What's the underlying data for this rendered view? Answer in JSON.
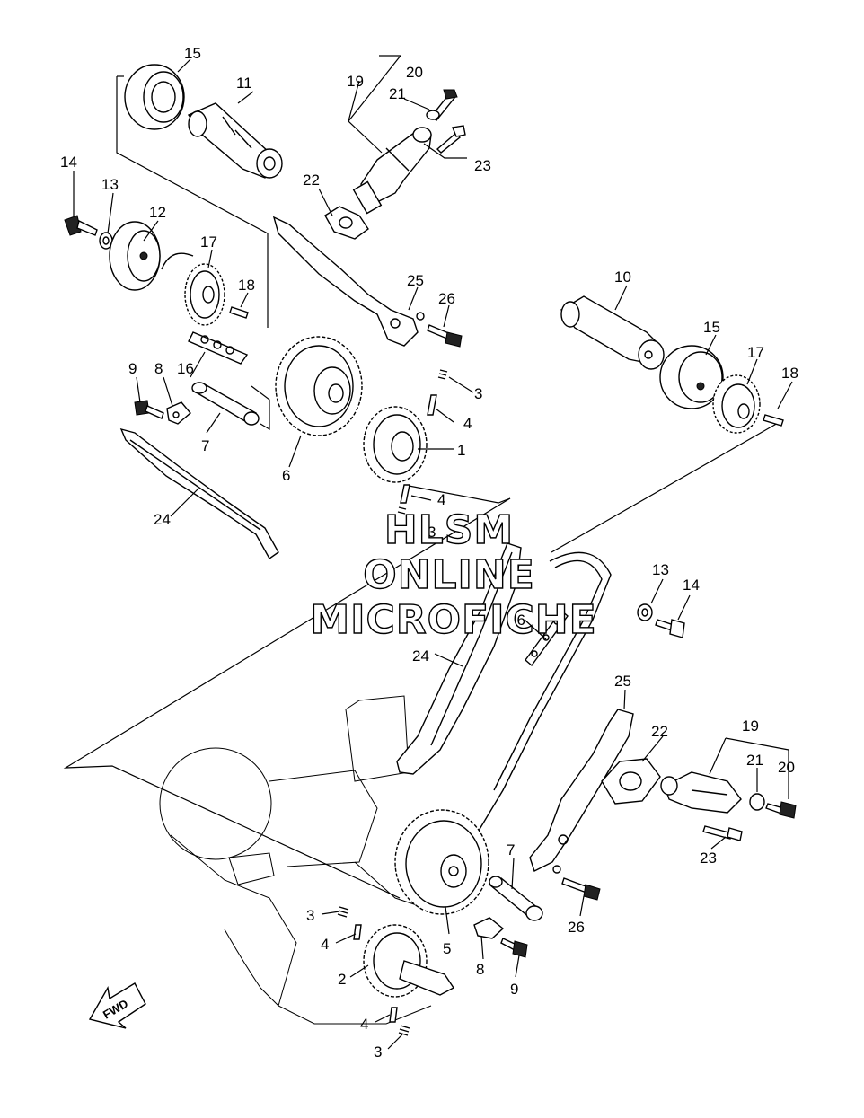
{
  "diagram": {
    "callouts": [
      "15",
      "11",
      "19",
      "20",
      "21",
      "23",
      "22",
      "14",
      "13",
      "12",
      "17",
      "18",
      "25",
      "26",
      "10",
      "15",
      "17",
      "18",
      "9",
      "8",
      "16",
      "3",
      "4",
      "1",
      "7",
      "6",
      "24",
      "4",
      "3",
      "13",
      "14",
      "16",
      "24",
      "25",
      "22",
      "19",
      "21",
      "20",
      "23",
      "7",
      "26",
      "5",
      "3",
      "4",
      "2",
      "8",
      "9",
      "4",
      "3"
    ],
    "watermark": [
      "HLSM",
      "ONLINE",
      "MICROFICHE"
    ],
    "fwd_label": "FWD"
  }
}
